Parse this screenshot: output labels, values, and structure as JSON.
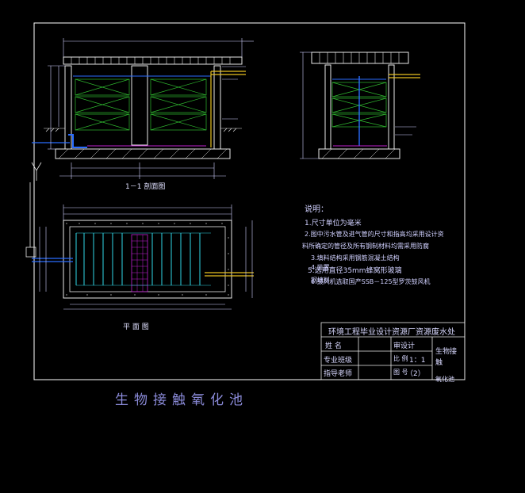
{
  "drawing": {
    "caption_section": "1－1 剖面图",
    "caption_plan": "平 面 图",
    "notes_title": "说明：",
    "notes": [
      "1.尺寸单位为毫米",
      "2.图中污水管及进气管的尺寸和指高均采用设计资",
      "料所确定的管径及所有钢制材料均需采用防腐",
      "3.填料结构采用钢筋混凝土结构",
      "4.装置",
      "5.选用直径35mm蜂窝形玻璃",
      "钢填料",
      "6.鼓风机选取国产SSB－125型罗茨鼓风机"
    ],
    "big_title": "生物接触氧化池"
  },
  "title_block": {
    "project": "环境工程毕业设计资源厂资源废水处",
    "name_label": "姓 名",
    "class_label": "专业班级",
    "advisor_label": "指导老师",
    "design_label": "审设计",
    "scale_label": "比 例",
    "scale_value": "1：1",
    "sheet_label": "图 号",
    "sheet_value": "（2）",
    "drawing_name": "生物接触氧化池",
    "drawing_name_short": "生物接",
    "drawing_name_2": "触",
    "drawing_name_3": "氧化池"
  },
  "colors": {
    "background": "#000000",
    "frame": "#ffffff",
    "concrete": "#e8e8e8",
    "packing_green": "#2fb82f",
    "pipe_blue": "#2a6cff",
    "pipe_yellow": "#e8c020",
    "cyan": "#30d8e8",
    "magenta": "#c020d0",
    "dimension": "#d0d0ff"
  }
}
